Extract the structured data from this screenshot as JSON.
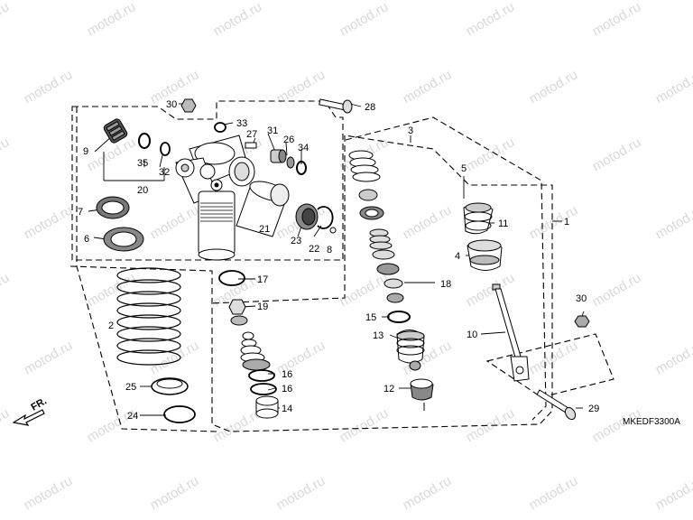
{
  "watermark": "motod.ru",
  "diagram_code": "MKEDF3300A",
  "direction_label": "FR.",
  "callouts": {
    "c1": "1",
    "c2": "2",
    "c3": "3",
    "c4": "4",
    "c5": "5",
    "c6": "6",
    "c7": "7",
    "c8": "8",
    "c9": "9",
    "c10": "10",
    "c11": "11",
    "c12": "12",
    "c13": "13",
    "c14": "14",
    "c15": "15",
    "c16a": "16",
    "c16b": "16",
    "c17": "17",
    "c18": "18",
    "c19": "19",
    "c20": "20",
    "c21": "21",
    "c22": "22",
    "c23": "23",
    "c24": "24",
    "c25": "25",
    "c26": "26",
    "c27": "27",
    "c28": "28",
    "c29": "29",
    "c30a": "30",
    "c30b": "30",
    "c31": "31",
    "c32": "32",
    "c33": "33",
    "c34": "34",
    "c35": "35"
  },
  "colors": {
    "line": "#000000",
    "watermark": "#d9d9d9",
    "background": "#ffffff"
  }
}
